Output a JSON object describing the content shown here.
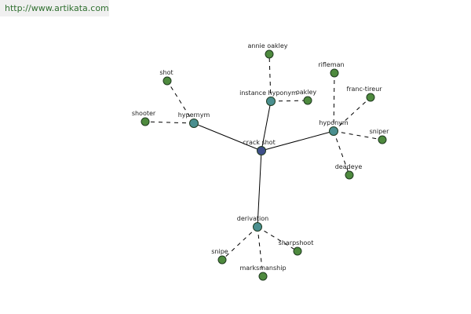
{
  "url": "http://www.artikata.com",
  "colors": {
    "center_node": "#3f4f8a",
    "relation_node": "#4a8f8f",
    "word_node": "#4e8a3e",
    "edge": "#000000"
  },
  "nodes": {
    "crack_shot": {
      "label": "crack shot",
      "kind": "center"
    },
    "hypernym": {
      "label": "hypernym",
      "kind": "relation"
    },
    "instance_hyponym": {
      "label": "instance hyponym",
      "kind": "relation"
    },
    "hyponym": {
      "label": "hyponym",
      "kind": "relation"
    },
    "derivation": {
      "label": "derivation",
      "kind": "relation"
    },
    "shot": {
      "label": "shot",
      "kind": "word"
    },
    "shooter": {
      "label": "shooter",
      "kind": "word"
    },
    "annie_oakley": {
      "label": "annie oakley",
      "kind": "word"
    },
    "oakley": {
      "label": "oakley",
      "kind": "word"
    },
    "rifleman": {
      "label": "rifleman",
      "kind": "word"
    },
    "franc_tireur": {
      "label": "franc-tireur",
      "kind": "word"
    },
    "sniper": {
      "label": "sniper",
      "kind": "word"
    },
    "deadeye": {
      "label": "deadeye",
      "kind": "word"
    },
    "snipe": {
      "label": "snipe",
      "kind": "word"
    },
    "sharpshoot": {
      "label": "sharpshoot",
      "kind": "word"
    },
    "marksmanship": {
      "label": "marksmanship",
      "kind": "word"
    }
  },
  "edges": [
    {
      "from": "crack_shot",
      "to": "hypernym",
      "style": "solid"
    },
    {
      "from": "crack_shot",
      "to": "instance_hyponym",
      "style": "solid"
    },
    {
      "from": "crack_shot",
      "to": "hyponym",
      "style": "solid"
    },
    {
      "from": "crack_shot",
      "to": "derivation",
      "style": "solid"
    },
    {
      "from": "hypernym",
      "to": "shot",
      "style": "dashed"
    },
    {
      "from": "hypernym",
      "to": "shooter",
      "style": "dashed"
    },
    {
      "from": "instance_hyponym",
      "to": "annie_oakley",
      "style": "dashed"
    },
    {
      "from": "instance_hyponym",
      "to": "oakley",
      "style": "dashed"
    },
    {
      "from": "hyponym",
      "to": "rifleman",
      "style": "dashed"
    },
    {
      "from": "hyponym",
      "to": "franc_tireur",
      "style": "dashed"
    },
    {
      "from": "hyponym",
      "to": "sniper",
      "style": "dashed"
    },
    {
      "from": "hyponym",
      "to": "deadeye",
      "style": "dashed"
    },
    {
      "from": "derivation",
      "to": "snipe",
      "style": "dashed"
    },
    {
      "from": "derivation",
      "to": "sharpshoot",
      "style": "dashed"
    },
    {
      "from": "derivation",
      "to": "marksmanship",
      "style": "dashed"
    }
  ]
}
